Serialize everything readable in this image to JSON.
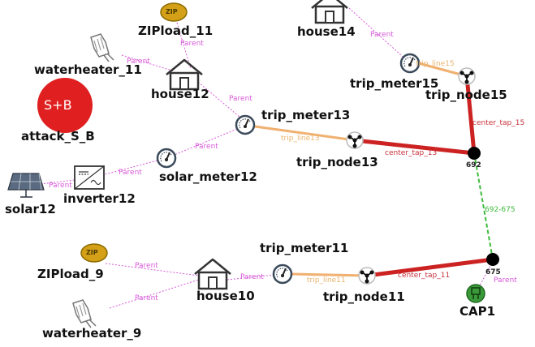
{
  "nodes": {
    "zipload_11": "ZIPload_11",
    "waterheater_11": "waterheater_11",
    "house12": "house12",
    "attack": "attack_S_B",
    "house14": "house14",
    "trip_meter15": "trip_meter15",
    "trip_node15": "trip_node15",
    "trip_meter13": "trip_meter13",
    "trip_node13": "trip_node13",
    "solar_meter12": "solar_meter12",
    "inverter12": "inverter12",
    "solar12": "solar12",
    "bus692": "692",
    "zipload_9": "ZIPload_9",
    "waterheater_9": "waterheater_9",
    "house10": "house10",
    "trip_meter11": "trip_meter11",
    "trip_node11": "trip_node11",
    "bus675": "675",
    "cap1": "CAP1"
  },
  "icons": {
    "zip_badge": "ZIP",
    "attack_badge": "S+B"
  },
  "edge_labels": {
    "parent": "Parent",
    "trip_line15": "trip_line15",
    "trip_line13": "trip_line13",
    "trip_line11": "trip_line11",
    "center_tap_15": "center_tap_15",
    "center_tap_13": "center_tap_13",
    "center_tap_11": "center_tap_11",
    "switch_692_675": "692-675"
  },
  "colors": {
    "parent_edge": "#d85ad8",
    "trip_line": "#f0b070",
    "center_tap": "#cc2222",
    "switch": "#3dbb3d",
    "bus": "#000000",
    "attack": "#e02020",
    "zip": "#d4a017",
    "capacitor": "#3a9a3a"
  }
}
